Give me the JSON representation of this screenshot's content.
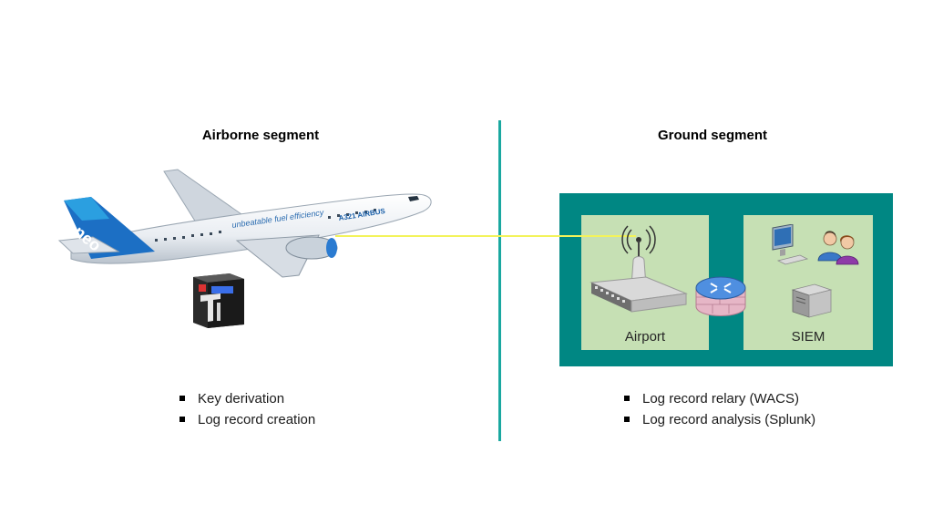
{
  "airborne": {
    "title": "Airborne segment",
    "bullets": [
      "Key derivation",
      "Log record creation"
    ],
    "aircraft_livery": "unbeatable fuel efficiency",
    "aircraft_mark": "A321 AIRBUS",
    "aircraft_tail": "neo"
  },
  "ground": {
    "title": "Ground segment",
    "bullets": [
      "Log record relary (WACS)",
      "Log record analysis (Splunk)"
    ],
    "zones": {
      "airport": "Airport",
      "siem": "SIEM"
    }
  },
  "colors": {
    "divider": "#1aa8a0",
    "ground_box": "#008783",
    "zone_fill": "#c6e0b4",
    "link_line": "#f3f35a"
  },
  "icons": [
    "airplane-icon",
    "avionics-box-icon",
    "antenna-icon",
    "network-switch-icon",
    "router-icon",
    "computer-icon",
    "users-icon",
    "server-icon"
  ]
}
